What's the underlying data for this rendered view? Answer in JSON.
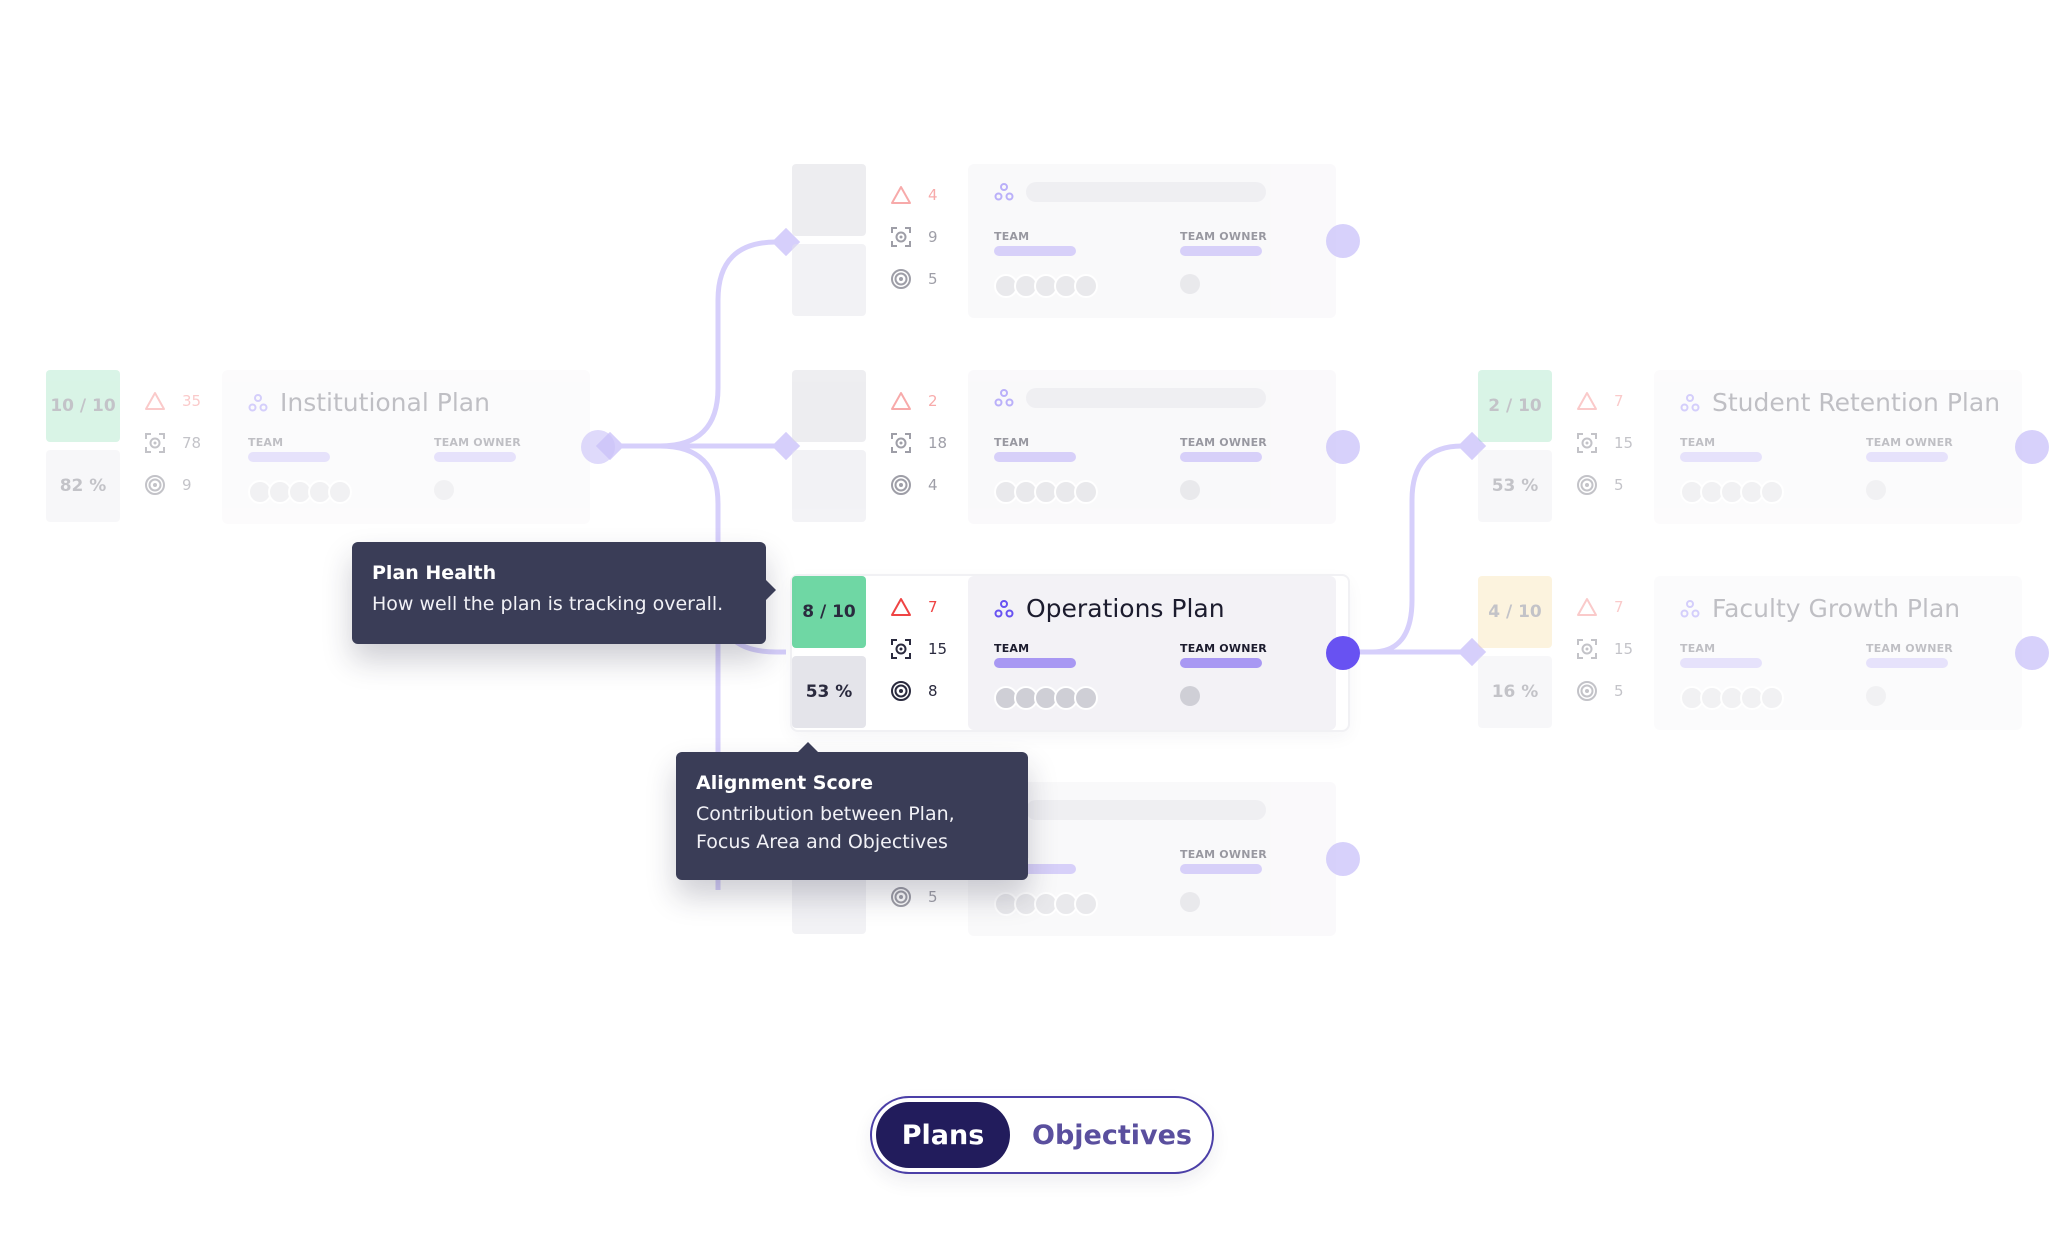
{
  "plans": [
    {
      "id": "institutional",
      "title": "Institutional Plan",
      "health": "10 / 10",
      "alignment": "82 %",
      "risks": "35",
      "focus_areas": "78",
      "objectives": "9",
      "health_color": "#78d8a8",
      "state": "faded"
    },
    {
      "id": "placeholder-1",
      "title": "",
      "health": "",
      "alignment": "",
      "risks": "4",
      "focus_areas": "9",
      "objectives": "5",
      "health_color": "#d9d9df",
      "state": "empty"
    },
    {
      "id": "placeholder-2",
      "title": "",
      "health": "",
      "alignment": "",
      "risks": "2",
      "focus_areas": "18",
      "objectives": "4",
      "health_color": "#d9d9df",
      "state": "empty"
    },
    {
      "id": "operations",
      "title": "Operations Plan",
      "health": "8 / 10",
      "alignment": "53 %",
      "risks": "7",
      "focus_areas": "15",
      "objectives": "8",
      "health_color": "#6fd7a4",
      "state": "active"
    },
    {
      "id": "placeholder-3",
      "title": "",
      "health": "",
      "alignment": "",
      "risks": "",
      "focus_areas": "",
      "objectives": "5",
      "health_color": "#d9d9df",
      "state": "empty"
    },
    {
      "id": "student-retention",
      "title": "Student Retention Plan",
      "health": "2 / 10",
      "alignment": "53 %",
      "risks": "7",
      "focus_areas": "15",
      "objectives": "5",
      "health_color": "#78d8a8",
      "state": "faded"
    },
    {
      "id": "faculty-growth",
      "title": "Faculty Growth Plan",
      "health": "4 / 10",
      "alignment": "16 %",
      "risks": "7",
      "focus_areas": "15",
      "objectives": "5",
      "health_color": "#f7d58a",
      "state": "faded"
    }
  ],
  "labels": {
    "team": "TEAM",
    "team_owner": "TEAM OWNER"
  },
  "tooltips": {
    "plan_health": {
      "title": "Plan Health",
      "body": "How well the plan is tracking overall."
    },
    "alignment_score": {
      "title": "Alignment Score",
      "body": "Contribution between Plan, Focus Area and Objectives"
    }
  },
  "view_toggle": {
    "plans": "Plans",
    "objectives": "Objectives",
    "selected": "Plans"
  },
  "colors": {
    "link": "#d6cffb",
    "accent": "#6852f2",
    "risk": "#ef4444",
    "toggle_active": "#221c5c"
  },
  "icons": {
    "risk": "warning-triangle-icon",
    "focus_area": "focus-target-icon",
    "objective": "bullseye-icon",
    "team": "team-icon"
  }
}
